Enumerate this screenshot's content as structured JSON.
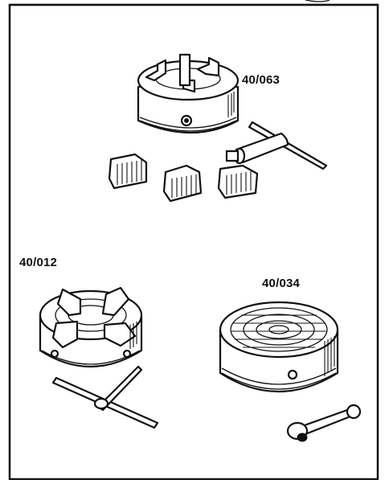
{
  "catalog": {
    "items": [
      {
        "code": "40/063"
      },
      {
        "code": "40/012"
      },
      {
        "code": "40/034"
      }
    ]
  },
  "colors": {
    "ink": "#111111",
    "paper": "#ffffff"
  },
  "icons": [
    "three-jaw-chuck-icon",
    "chuck-key-icon",
    "chuck-jaw-icon",
    "four-jaw-chuck-icon",
    "magnetic-chuck-icon",
    "t-handle-key-icon"
  ]
}
